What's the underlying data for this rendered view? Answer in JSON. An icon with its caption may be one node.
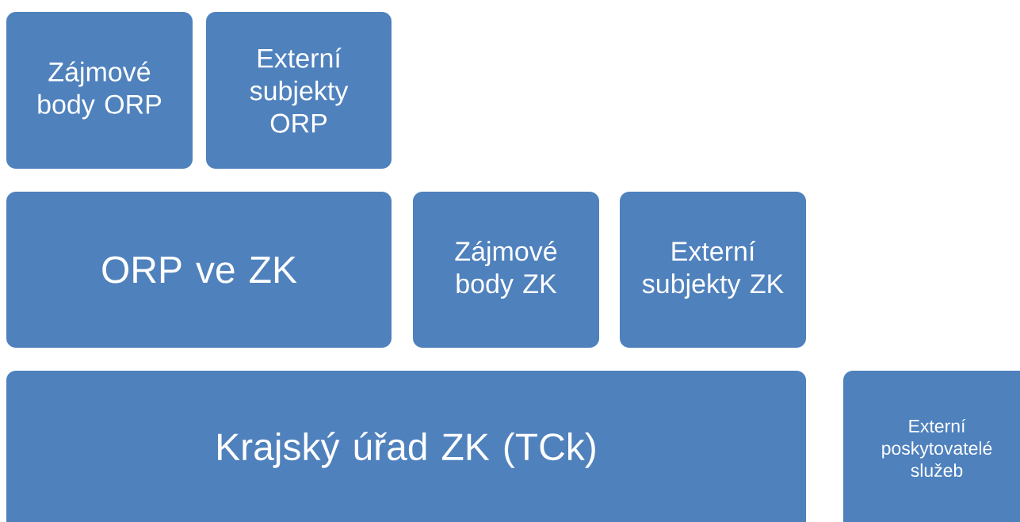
{
  "diagram": {
    "nodes": [
      {
        "text": [
          "Zájmové body ORP"
        ]
      },
      {
        "text": [
          "Externí subjekty ORP"
        ]
      },
      {
        "text": [
          "ORP ve ZK"
        ]
      },
      {
        "text": [
          "Zájmové body ZK"
        ]
      },
      {
        "text": [
          "Externí subjekty ZK"
        ]
      },
      {
        "text": [
          "Krajský úřad ZK (TCk)"
        ]
      },
      {
        "text": [
          "Externí poskytovatelé služeb"
        ]
      }
    ]
  }
}
